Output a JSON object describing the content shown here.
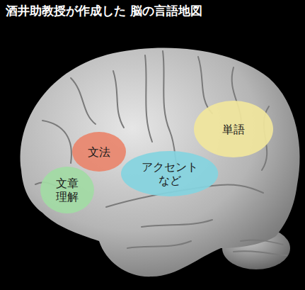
{
  "diagram": {
    "title": "酒井助教授が作成した 脳の言語地図",
    "nodes": [
      {
        "text": [
          "単語"
        ]
      },
      {
        "text": [
          "文法"
        ]
      },
      {
        "text": [
          "アクセント など"
        ]
      },
      {
        "text": [
          "文章 理解"
        ]
      }
    ]
  }
}
